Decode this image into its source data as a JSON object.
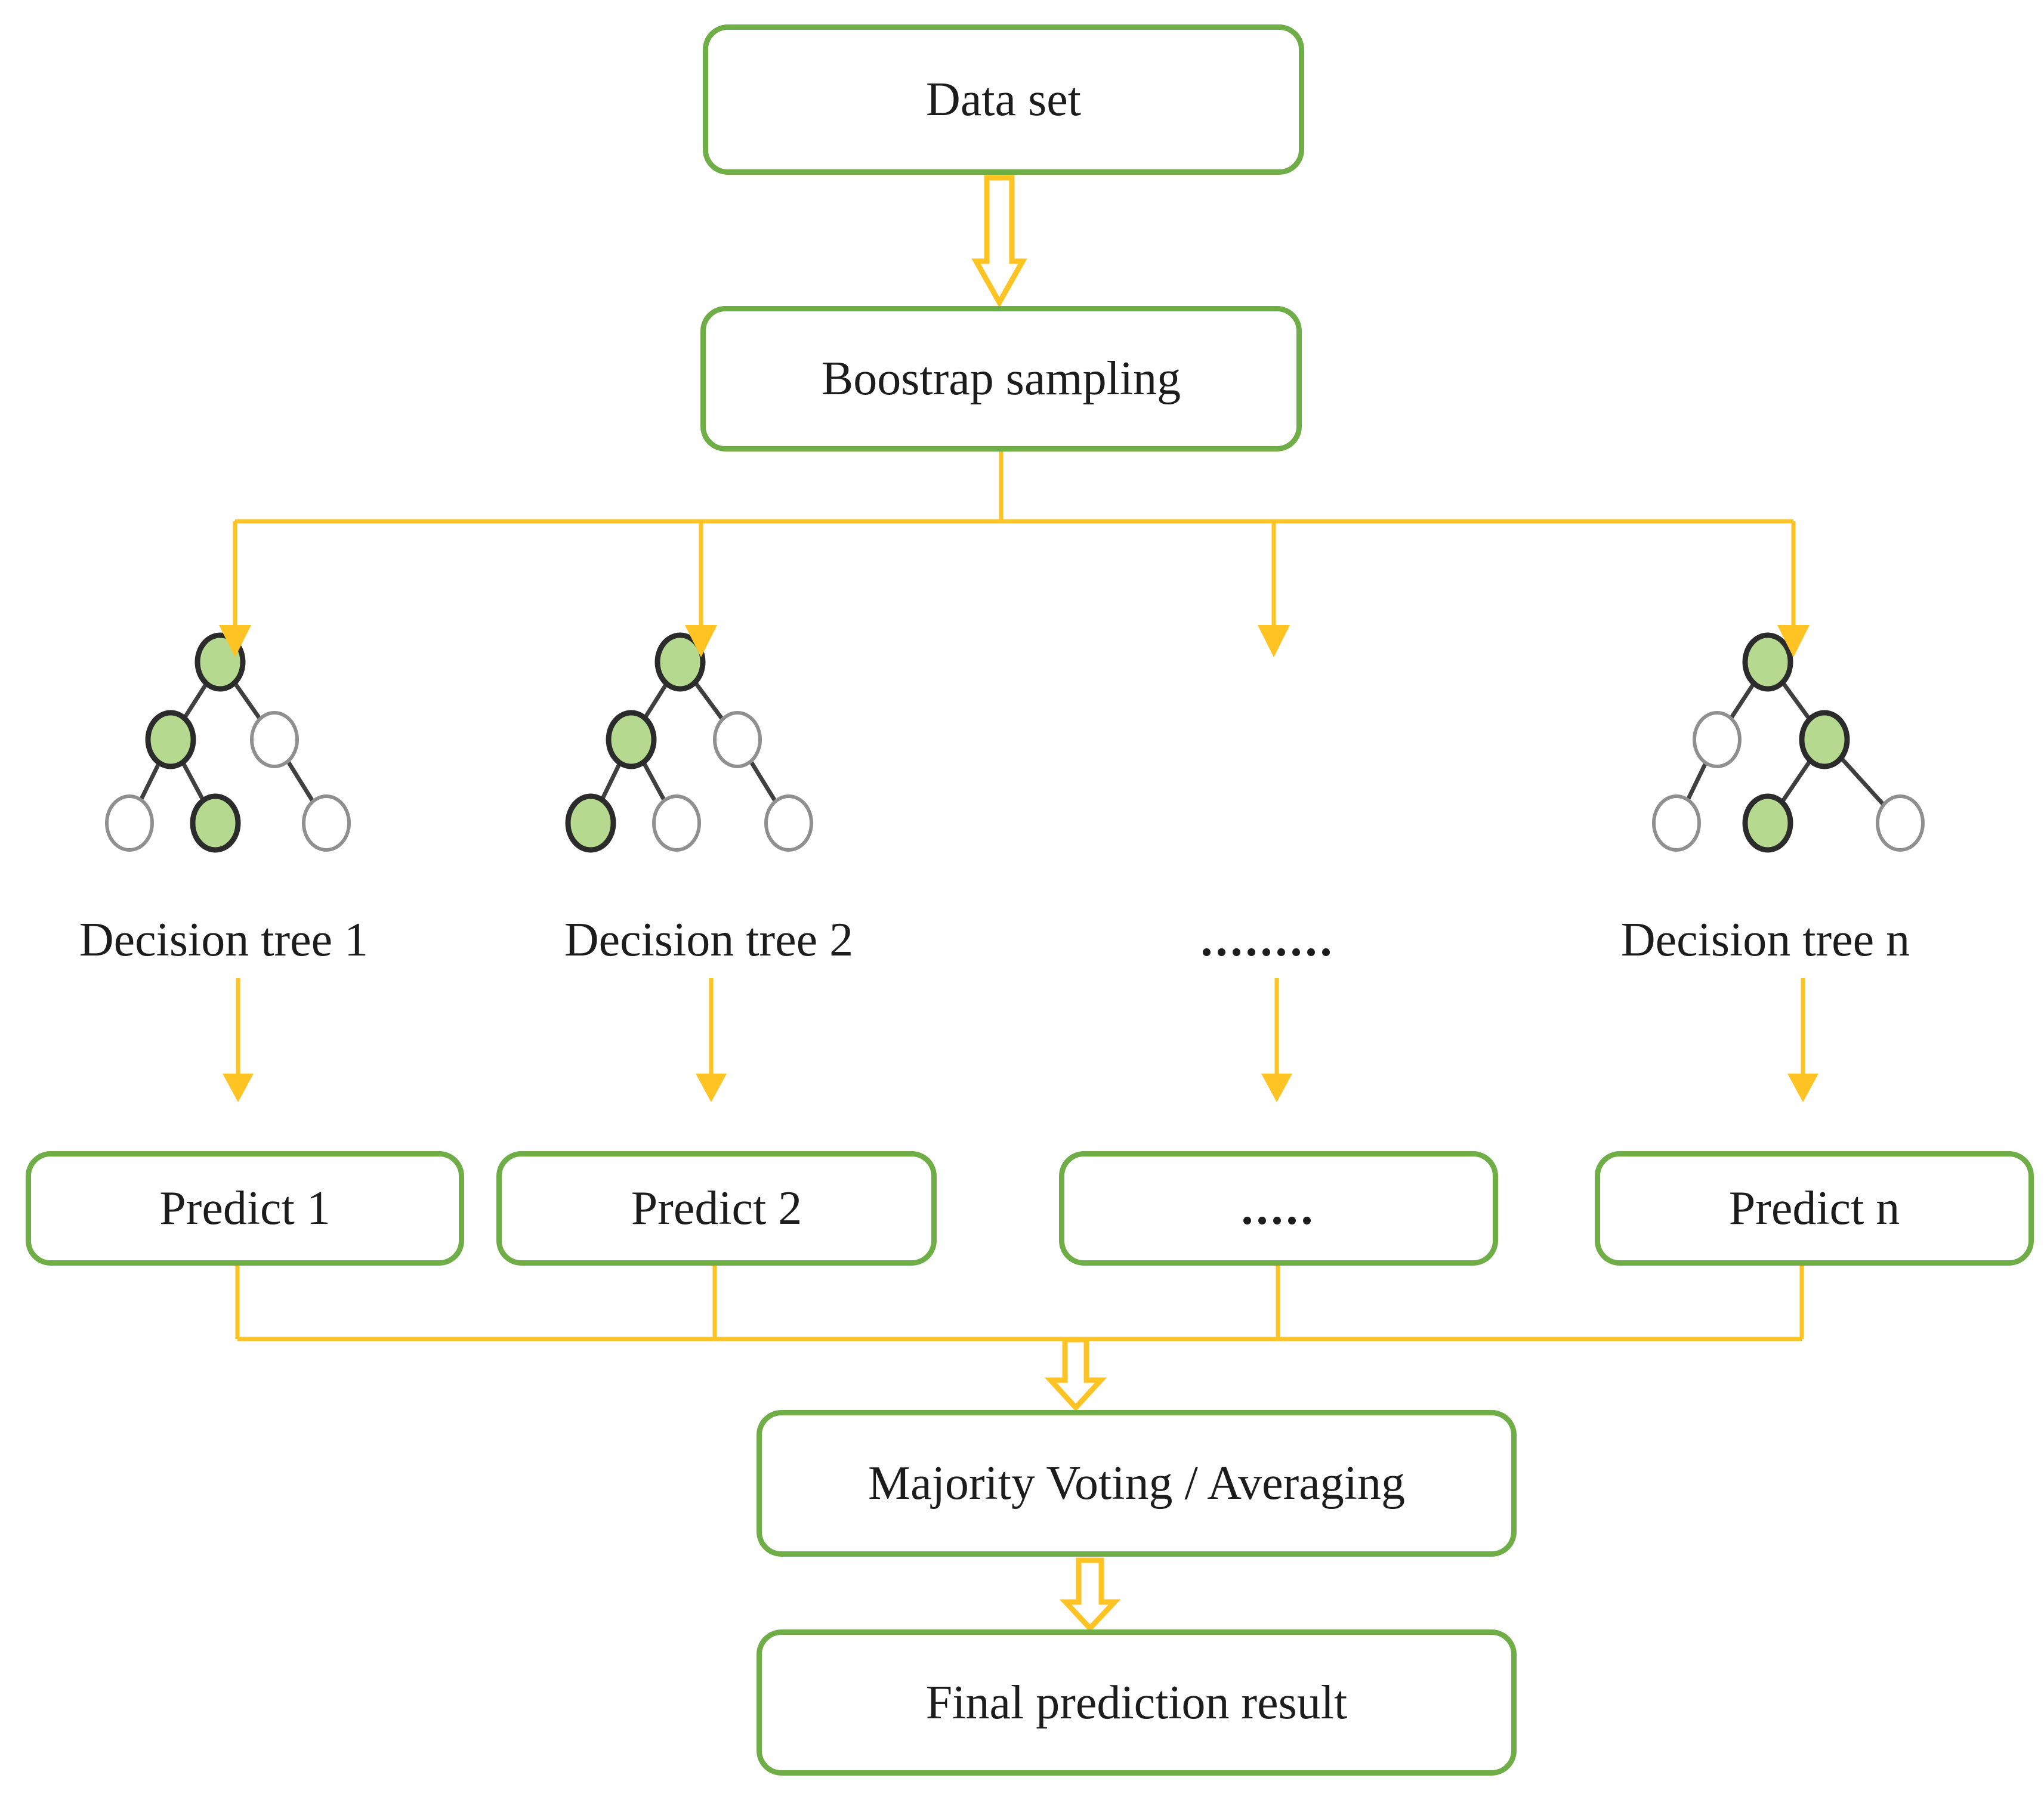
{
  "colors": {
    "box_border_green": "#6FAD47",
    "arrow_yellow": "#FFC324",
    "text_ink": "#1C1C1C",
    "tree_edge": "#3F3F3F",
    "node_green_fill": "#B5D98F",
    "node_green_stroke": "#2B2B2B",
    "node_white_fill": "#FFFFFF",
    "node_white_stroke": "#8F8F8F"
  },
  "flow": {
    "dataset": "Data set",
    "bootstrap": "Boostrap sampling",
    "majority": "Majority Voting / Averaging",
    "final": "Final prediction result"
  },
  "branches": {
    "tree_labels": [
      "Decision tree 1",
      "Decision tree 2",
      ".........",
      "Decision tree n"
    ],
    "predict_labels": [
      "Predict 1",
      "Predict 2",
      ".....",
      "Predict n"
    ]
  },
  "trees": {
    "tree1": {
      "nodes": [
        "green",
        "green",
        "white",
        "white",
        "green",
        "white"
      ]
    },
    "tree2": {
      "nodes": [
        "green",
        "green",
        "white",
        "green",
        "white",
        "white"
      ]
    },
    "treen": {
      "nodes": [
        "green",
        "white",
        "green",
        "white",
        "green",
        "white"
      ]
    }
  }
}
